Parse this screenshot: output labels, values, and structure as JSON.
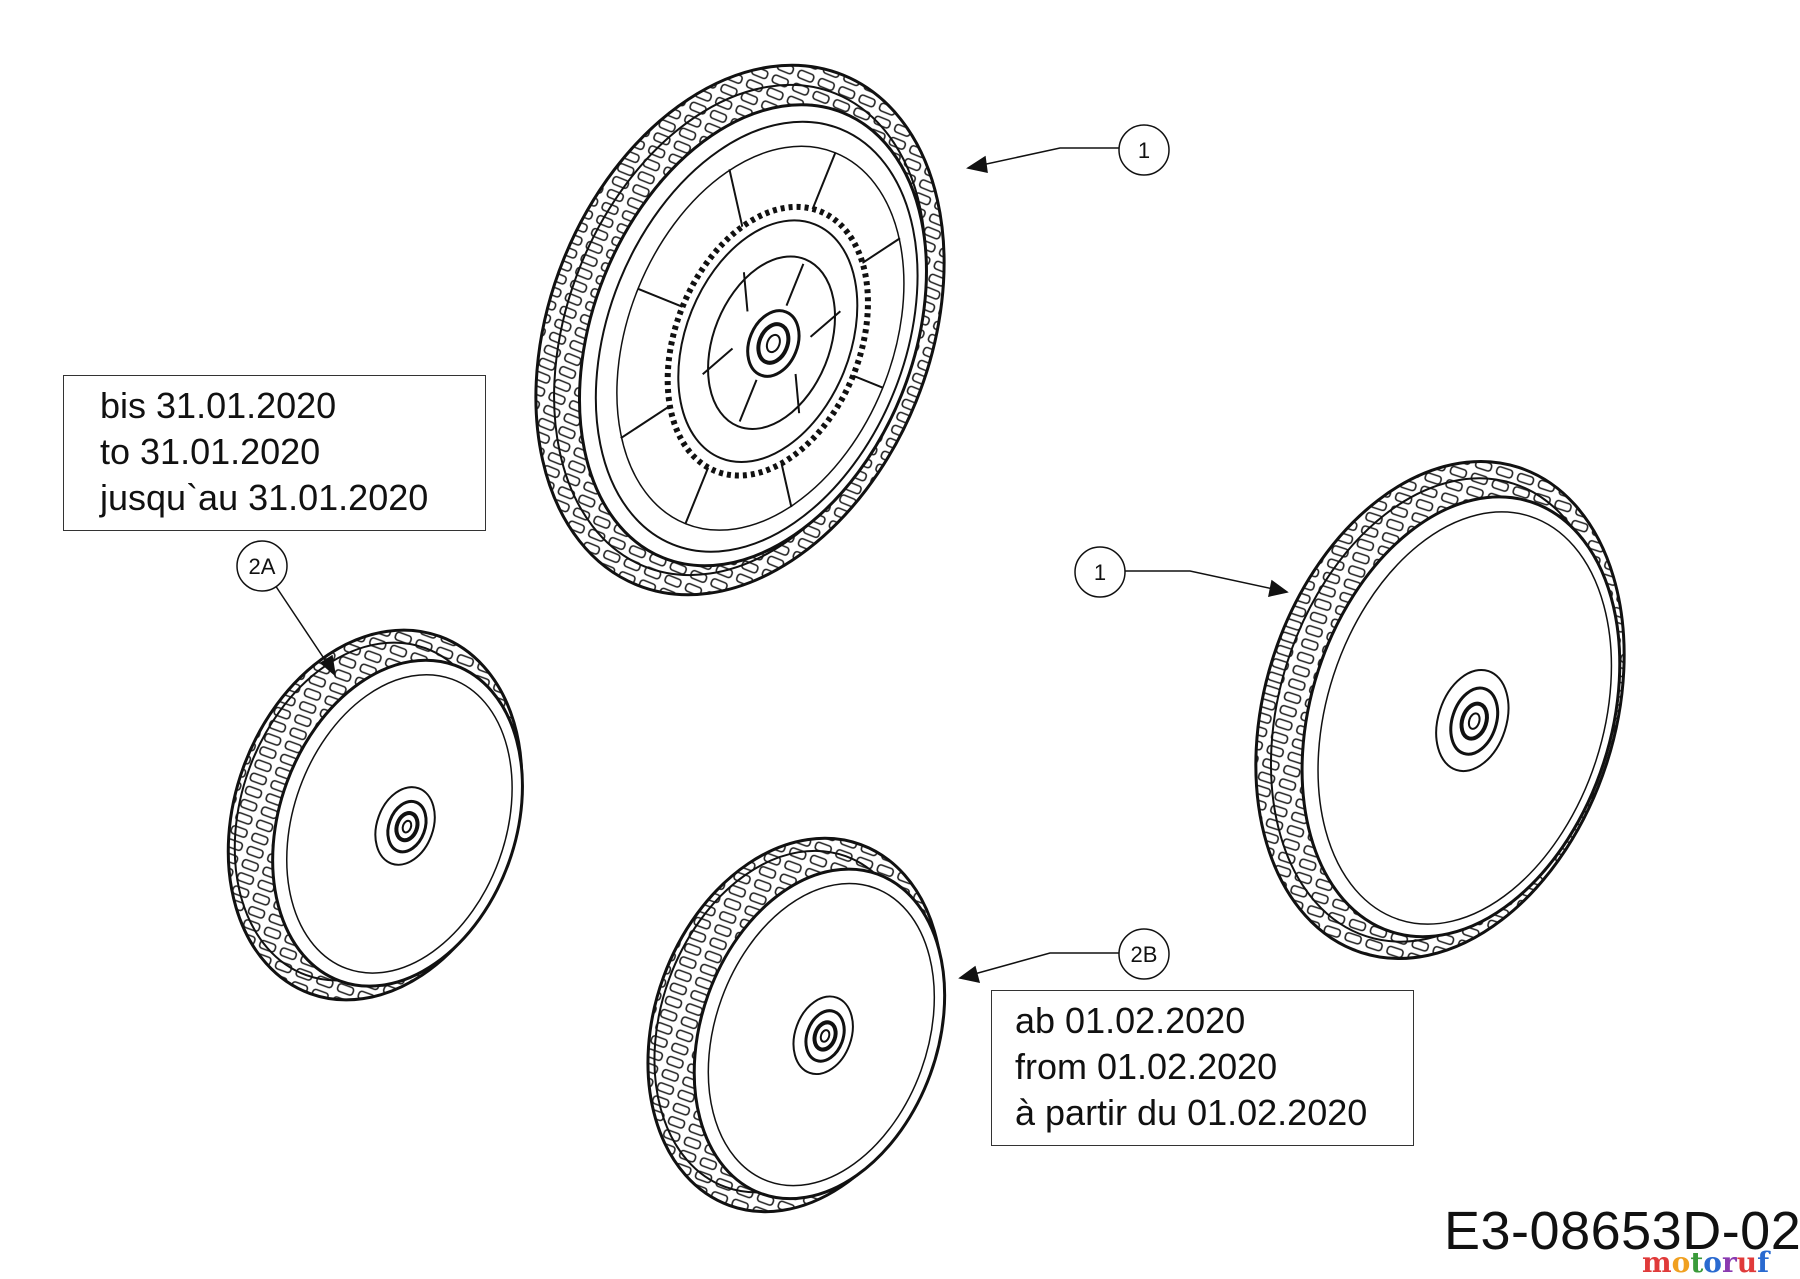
{
  "callouts": {
    "top_wheel": "1",
    "right_wheel": "1",
    "left_wheel": "2A",
    "bottom_wheel": "2B"
  },
  "note_before": {
    "line_de": "bis 31.01.2020",
    "line_en": "to 31.01.2020",
    "line_fr": "jusqu`au 31.01.2020"
  },
  "note_after": {
    "line_de": "ab 01.02.2020",
    "line_en": "from 01.02.2020",
    "line_fr": "à partir du 01.02.2020"
  },
  "drawing_number": "E3-08653D-02",
  "watermark": {
    "text": "motoruf",
    "colors": [
      "#e03a3a",
      "#f0a020",
      "#3a9a3a",
      "#2a6ad0",
      "#8a3ab0",
      "#e03a3a",
      "#2a6ad0"
    ]
  },
  "colors": {
    "line": "#1a1a1a",
    "paper": "#ffffff"
  }
}
